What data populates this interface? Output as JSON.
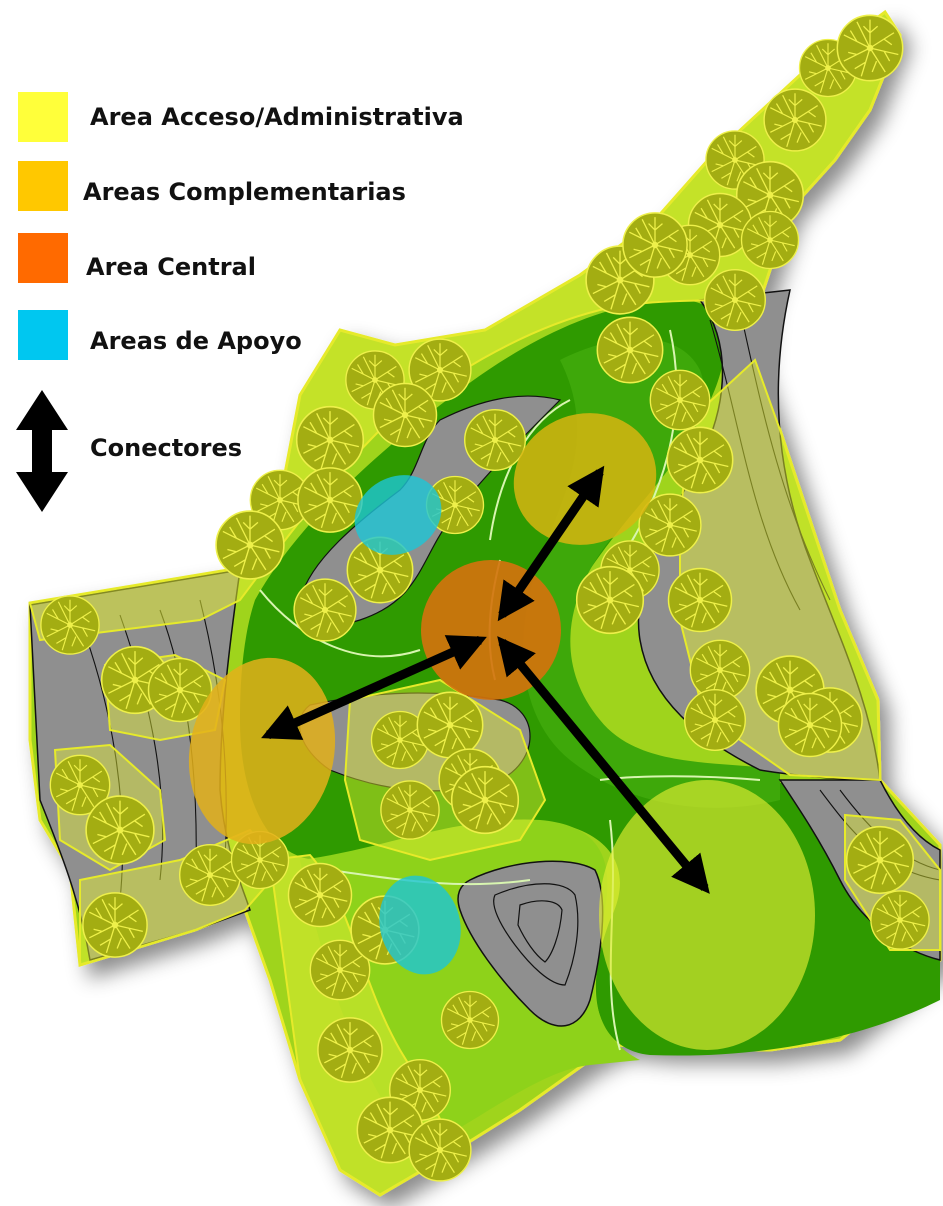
{
  "legend": {
    "items": [
      {
        "label": "Area Acceso/Administrativa",
        "color": "#ffff3a"
      },
      {
        "label": "Areas Complementarias",
        "color": "#ffc800"
      },
      {
        "label": "Area Central",
        "color": "#ff6a00"
      },
      {
        "label": "Areas de Apoyo",
        "color": "#00c7f0"
      }
    ],
    "connectors_label": "Conectores"
  },
  "colors": {
    "zone_access": "#e2ed33",
    "zone_complementary": "#e3b01a",
    "zone_central": "#d2730d",
    "zone_support": "#1dc6d6",
    "grass_dark": "#2e9600",
    "grass_light": "#8fd019",
    "path_gray": "#8f8f8f",
    "border_yellow": "#e3ea1c",
    "arrow": "#000000"
  },
  "icons": [
    "tree-icon",
    "double-arrow-icon"
  ]
}
